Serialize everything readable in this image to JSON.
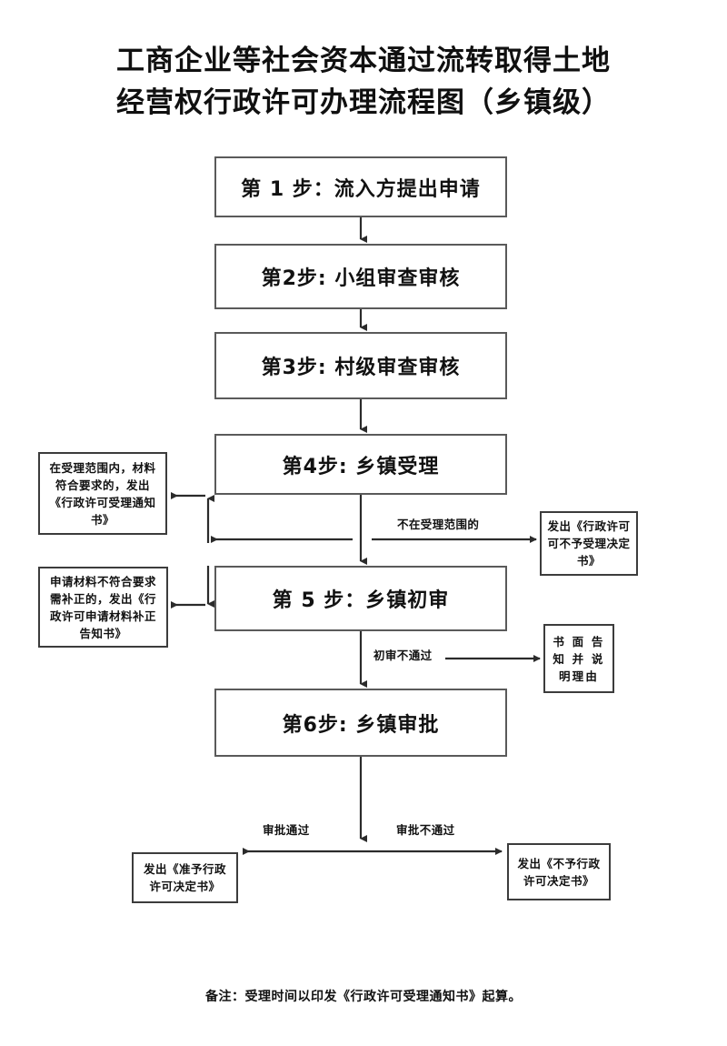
{
  "title": {
    "line1": "工商企业等社会资本通过流转取得土地",
    "line2": "经营权行政许可办理流程图（乡镇级）"
  },
  "main_steps": [
    {
      "id": "step1",
      "label": "第 1 步：流入方提出申请"
    },
    {
      "id": "step2",
      "label": "第2步: 小组审查审核"
    },
    {
      "id": "step3",
      "label": "第3步: 村级审查审核"
    },
    {
      "id": "step4",
      "label": "第4步: 乡镇受理"
    },
    {
      "id": "step5",
      "label": "第 5 步：乡镇初审"
    },
    {
      "id": "step6",
      "label": "第6步: 乡镇审批"
    }
  ],
  "side_boxes": {
    "accept_in_scope": "在受理范围内，材料符合要求的，发出《行政许可受理通知书》",
    "not_in_scope_result": "发出《行政许可可不予受理决定书》",
    "material_needs_fix": "申请材料不符合要求需补正的，发出《行政许可申请材料补正告知书》",
    "written_notice": "书 面 告知 并 说明理由",
    "approve_result": "发出《准予行政许可决定书》",
    "reject_result": "发出《不予行政许可决定书》"
  },
  "edge_labels": {
    "not_in_scope": "不在受理范围的",
    "first_review_failed": "初审不通过",
    "approval_passed": "审批通过",
    "approval_failed": "审批不通过"
  },
  "footer": {
    "note": "备注：受理时间以印发《行政许可受理通知书》起算。"
  },
  "colors": {
    "line": "#2b2b2b",
    "box_border": "#4a4a4a",
    "text": "#111111",
    "background": "#ffffff"
  }
}
